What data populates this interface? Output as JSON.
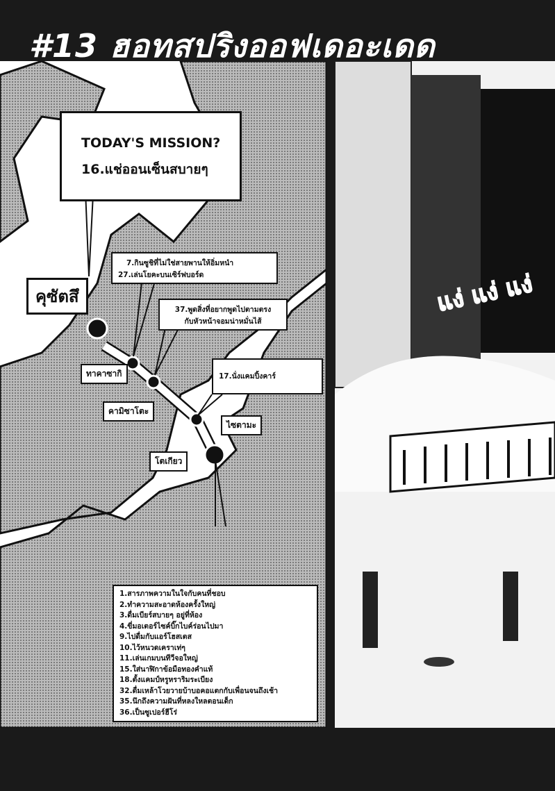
{
  "title": "#13 ฮอทสปริงออฟเดอะเดด",
  "mission": {
    "heading": "TODAY'S MISSION?",
    "item": "16.แช่ออนเซ็นสบายๆ"
  },
  "notes": {
    "takasaki": [
      "7.กินซูชิที่ไม่ใช่สายพานให้อิ่มหนำ",
      "27.เล่นโยคะบนเซิร์ฟบอร์ด"
    ],
    "kamisato": [
      "37.พูดสิ่งที่อยากพูดไปตามตรง",
      "กับหัวหน้าจอมน่าหมั่นไส้"
    ],
    "saitama": [
      "17.นั่งแคมปิ้งคาร์"
    ]
  },
  "stations": {
    "kusatsu": "คุซัตสึ",
    "takasaki": "ทาคาซากิ",
    "kamisato": "คามิซาโตะ",
    "saitama": "ไซตามะ",
    "tokyo": "โตเกียว"
  },
  "tokyo_list": [
    "1.สารภาพความในใจกับคนที่ชอบ",
    "2.ทำความสะอาดห้องครั้งใหญ่",
    "3.ดื่มเบียร์สบายๆ อยู่ที่ห้อง",
    "4.ขี่มอเตอร์ไซค์บิ๊กไบค์ร่อนไปมา",
    "9.ไปดื่มกับแอร์โฮสเตส",
    "10.ไว้หนวดเคราเท่ๆ",
    "11.เล่นเกมบนทีวีจอใหญ่",
    "15.ใส่นาฬิกาข้อมือทองคำแท้",
    "18.ตั้งแคมป์หรูหราริมระเบียง",
    "32.ดื่มเหล้าโวยวายบ้าบอคอแตกกับเพื่อนจนถึงเช้า",
    "35.นึกถึงความฝันที่หลงใหลตอนเด็ก",
    "36.เป็นซูเปอร์ฮีโร่"
  ],
  "sfx": "แง่ แง่ แง่"
}
